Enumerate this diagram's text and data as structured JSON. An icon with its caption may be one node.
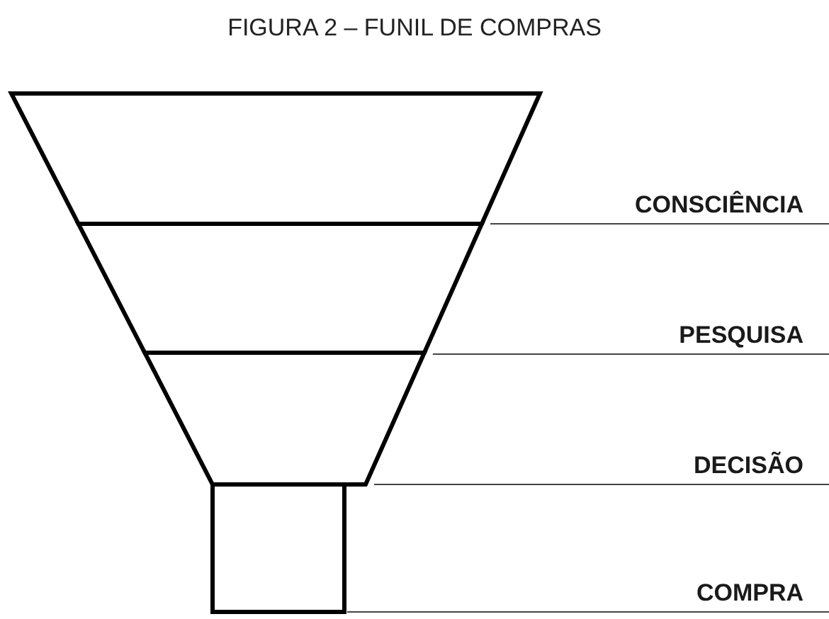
{
  "diagram": {
    "title": "FIGURA 2 – FUNIL DE COMPRAS",
    "nodes": [
      {
        "text": [],
        "shape": "trapezoid"
      },
      {
        "text": [],
        "shape": "trapezoid"
      },
      {
        "text": [],
        "shape": "trapezoid"
      },
      {
        "text": [],
        "shape": "box"
      },
      {
        "text": [
          "CONSCIÊNCIA"
        ]
      },
      {
        "text": [
          "PESQUISA"
        ]
      },
      {
        "text": [
          "DECISÃO"
        ]
      },
      {
        "text": [
          "COMPRA"
        ]
      }
    ],
    "edges": [
      {
        "from": 4,
        "to": 0,
        "arrow": "none"
      },
      {
        "from": 5,
        "to": 1,
        "arrow": "none"
      },
      {
        "from": 6,
        "to": 2,
        "arrow": "none"
      },
      {
        "from": 7,
        "to": 3,
        "arrow": "none"
      }
    ]
  }
}
